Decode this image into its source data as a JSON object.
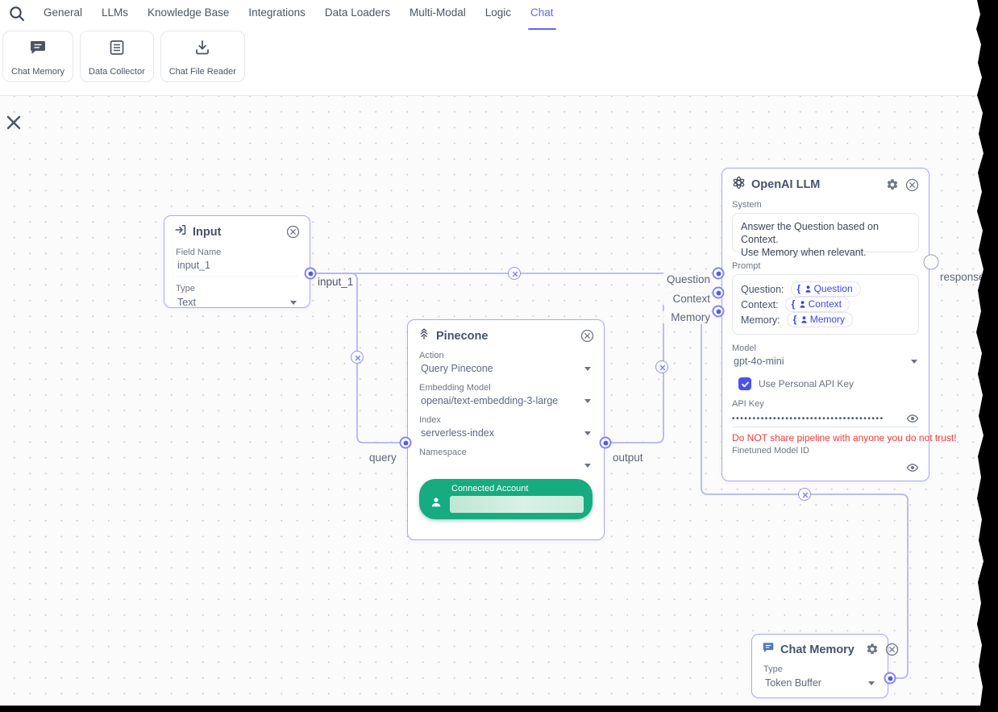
{
  "nav": {
    "search_icon": "search-icon",
    "tabs": [
      {
        "label": "General"
      },
      {
        "label": "LLMs"
      },
      {
        "label": "Knowledge Base"
      },
      {
        "label": "Integrations"
      },
      {
        "label": "Data Loaders"
      },
      {
        "label": "Multi-Modal"
      },
      {
        "label": "Logic"
      },
      {
        "label": "Chat"
      }
    ],
    "active_tab": "Chat"
  },
  "palette": {
    "items": [
      {
        "label": "Chat Memory",
        "icon": "chat-bubble-icon"
      },
      {
        "label": "Data Collector",
        "icon": "data-table-icon"
      },
      {
        "label": "Chat File Reader",
        "icon": "download-icon"
      }
    ]
  },
  "canvas": {
    "close_icon": "close-x-icon",
    "nodes": {
      "input": {
        "icon": "input-icon",
        "title": "Input",
        "field_name_label": "Field Name",
        "field_name_value": "input_1",
        "type_label": "Type",
        "type_value": "Text"
      },
      "pinecone": {
        "icon": "pinecone-icon",
        "title": "Pinecone",
        "action_label": "Action",
        "action_value": "Query Pinecone",
        "embedding_label": "Embedding Model",
        "embedding_value": "openai/text-embedding-3-large",
        "index_label": "Index",
        "index_value": "serverless-index",
        "namespace_label": "Namespace",
        "namespace_value": "",
        "connected_account_label": "Connected Account"
      },
      "openai": {
        "icon": "openai-icon",
        "title": "OpenAI LLM",
        "system_label": "System",
        "system_text": "Answer the Question based on Context.\nUse Memory when relevant.",
        "prompt_label": "Prompt",
        "prompt_rows": [
          {
            "prefix": "Question:",
            "chip": "Question"
          },
          {
            "prefix": "Context:",
            "chip": "Context"
          },
          {
            "prefix": "Memory:",
            "chip": "Memory"
          }
        ],
        "model_label": "Model",
        "model_value": "gpt-4o-mini",
        "personal_api_key_label": "Use Personal API Key",
        "personal_api_key_checked": true,
        "api_key_label": "API Key",
        "api_key_mask": "•••••••••••••••••••••••••••••••••••••",
        "api_key_warning": "Do NOT share pipeline with anyone you do not trust!",
        "finetuned_label": "Finetuned Model ID"
      },
      "chat_memory": {
        "icon": "chat-bubble-icon",
        "title": "Chat Memory",
        "type_label": "Type",
        "type_value": "Token Buffer"
      }
    },
    "edge_labels": {
      "input_1": "input_1",
      "query": "query",
      "output": "output",
      "question": "Question",
      "context": "Context",
      "memory": "Memory",
      "response": "response"
    }
  },
  "colors": {
    "accent": "#6366f1",
    "edge": "#b4b5f4",
    "node_border": "#a7a9f1",
    "success_green": "#17ab80",
    "warning_red": "#ef3b3b"
  }
}
